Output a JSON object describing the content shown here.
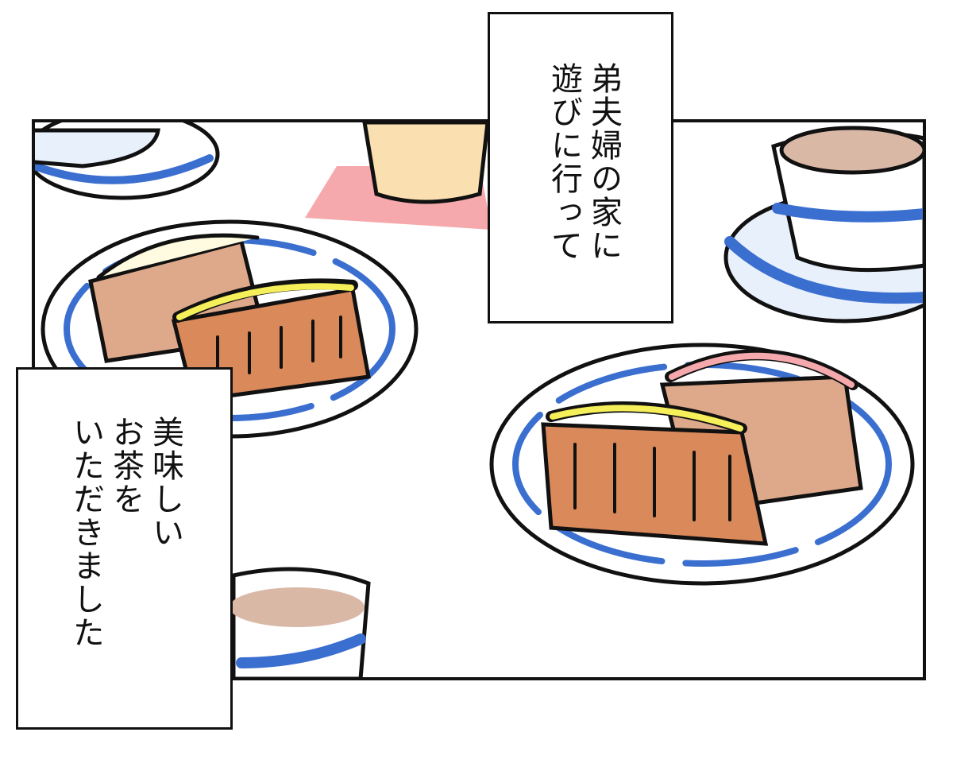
{
  "captions": {
    "top": {
      "lines": [
        "弟夫婦の家に",
        "遊びに行って"
      ]
    },
    "bottom": {
      "lines": [
        "美味しい",
        "お茶を",
        "いただきました"
      ]
    }
  },
  "colors": {
    "plate_rim": "#3a6fd0",
    "waffle": "#d9895a",
    "cream": "#f5ef5a",
    "pink": "#f6a9ac",
    "tea": "#d9b8a6",
    "juice": "#fae0b0"
  }
}
